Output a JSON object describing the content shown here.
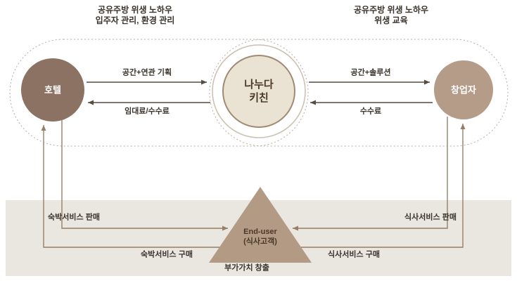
{
  "captions": {
    "top_left_line1": "공유주방 위생 노하우",
    "top_left_line2": "입주자 관리, 환경 관리",
    "top_right_line1": "공유주방 위생 노하우",
    "top_right_line2": "위생 교육"
  },
  "nodes": {
    "hotel_label": "호텔",
    "center_line1": "나누다",
    "center_line2": "키친",
    "founder_label": "창업자",
    "enduser_line1": "End-user",
    "enduser_line2": "(식사고객)"
  },
  "flows": {
    "hotel_to_center": "공간+연관 기획",
    "center_to_hotel": "임대료/수수료",
    "center_to_founder": "공간+솔루션",
    "founder_to_center": "수수료",
    "hotel_sell": "숙박서비스 판매",
    "hotel_buy": "숙박서비스 구매",
    "founder_sell": "식사서비스 판매",
    "founder_buy": "식사서비스 구매",
    "value_creation": "부가가치 창출"
  },
  "colors": {
    "hotel_circle": "#8b7263",
    "founder_circle": "#b49c88",
    "center_inner_fill": "#eae2d3",
    "center_inner_stroke": "#a18a74",
    "triangle_fill": "#b29a85",
    "band_background": "#eae6e0",
    "arrow_dark": "#564c40",
    "arrow_brown": "#967f66",
    "dotted_outline": "#b3ada3"
  }
}
